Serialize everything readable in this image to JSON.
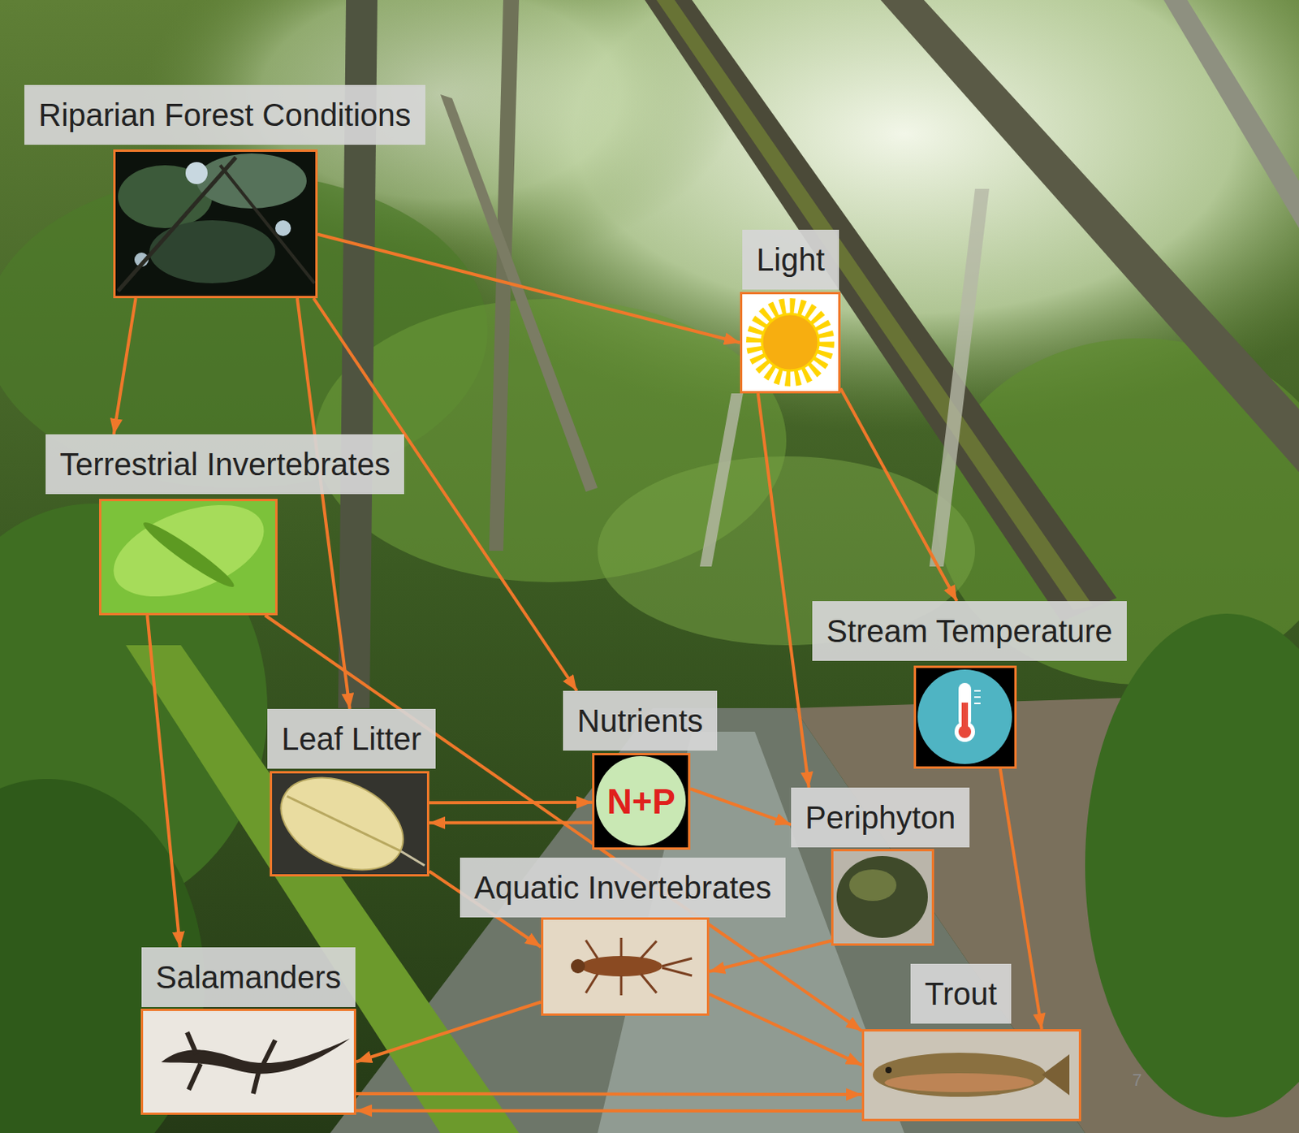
{
  "diagram": {
    "nodes": [
      {
        "text": [
          "Riparian Forest Conditions"
        ]
      },
      {
        "text": [
          "Light"
        ]
      },
      {
        "text": [
          "Terrestrial Invertebrates"
        ]
      },
      {
        "text": [
          "Stream Temperature"
        ]
      },
      {
        "text": [
          "Nutrients",
          "N+P"
        ]
      },
      {
        "text": [
          "Leaf Litter"
        ]
      },
      {
        "text": [
          "Periphyton"
        ]
      },
      {
        "text": [
          "Aquatic Invertebrates"
        ]
      },
      {
        "text": [
          "Salamanders"
        ]
      },
      {
        "text": [
          "Trout"
        ]
      }
    ],
    "edges": [
      {
        "from": 0,
        "to": 1,
        "arrow": "to"
      },
      {
        "from": 0,
        "to": 2,
        "arrow": "to"
      },
      {
        "from": 0,
        "to": 5,
        "arrow": "to"
      },
      {
        "from": 0,
        "to": 4,
        "arrow": "to"
      },
      {
        "from": 1,
        "to": 6,
        "arrow": "to"
      },
      {
        "from": 1,
        "to": 3,
        "arrow": "to"
      },
      {
        "from": 2,
        "to": 8,
        "arrow": "to"
      },
      {
        "from": 2,
        "to": 9,
        "arrow": "to"
      },
      {
        "from": 5,
        "to": 4,
        "arrow": "to"
      },
      {
        "from": 4,
        "to": 5,
        "arrow": "to"
      },
      {
        "from": 4,
        "to": 6,
        "arrow": "to"
      },
      {
        "from": 5,
        "to": 7,
        "arrow": "to"
      },
      {
        "from": 6,
        "to": 7,
        "arrow": "to"
      },
      {
        "from": 3,
        "to": 9,
        "arrow": "to"
      },
      {
        "from": 7,
        "to": 8,
        "arrow": "to"
      },
      {
        "from": 7,
        "to": 9,
        "arrow": "to"
      },
      {
        "from": 8,
        "to": 9,
        "arrow": "to"
      },
      {
        "from": 9,
        "to": 8,
        "arrow": "to"
      }
    ],
    "labels": [
      "7"
    ]
  }
}
